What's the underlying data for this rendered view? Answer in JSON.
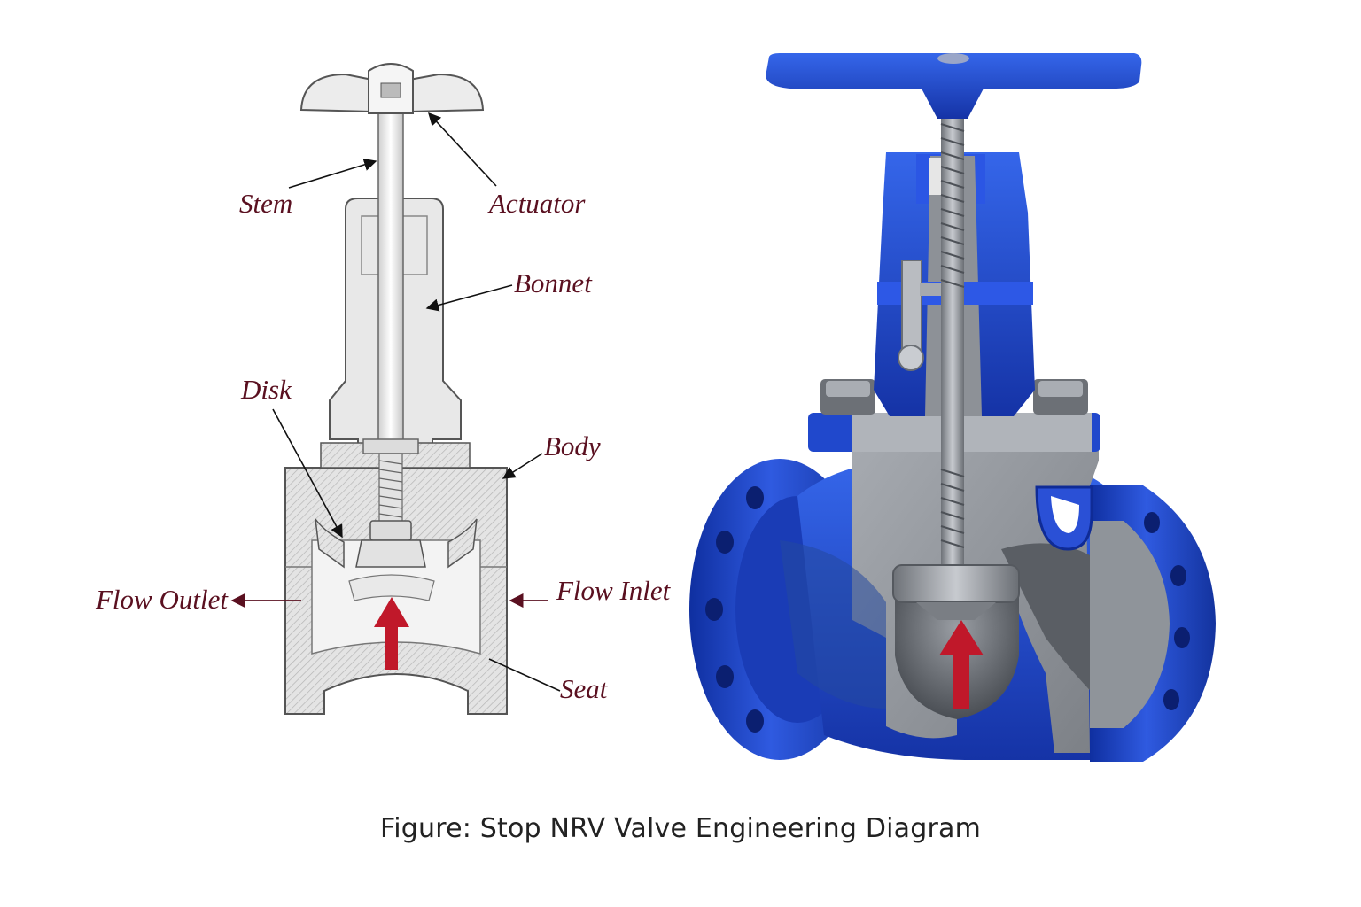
{
  "labels": {
    "stem": "Stem",
    "actuator": "Actuator",
    "bonnet": "Bonnet",
    "disk": "Disk",
    "body": "Body",
    "flow_outlet": "Flow Outlet",
    "flow_inlet": "Flow Inlet",
    "seat": "Seat"
  },
  "caption": "Figure: Stop NRV Valve Engineering Diagram",
  "colors": {
    "label_text": "#5a1020",
    "flow_arrow": "#c0182a",
    "valve_blue": "#1f45c8",
    "valve_steel": "#8c9096",
    "drawing_line": "#555555",
    "drawing_fill": "#e6e6e6"
  }
}
